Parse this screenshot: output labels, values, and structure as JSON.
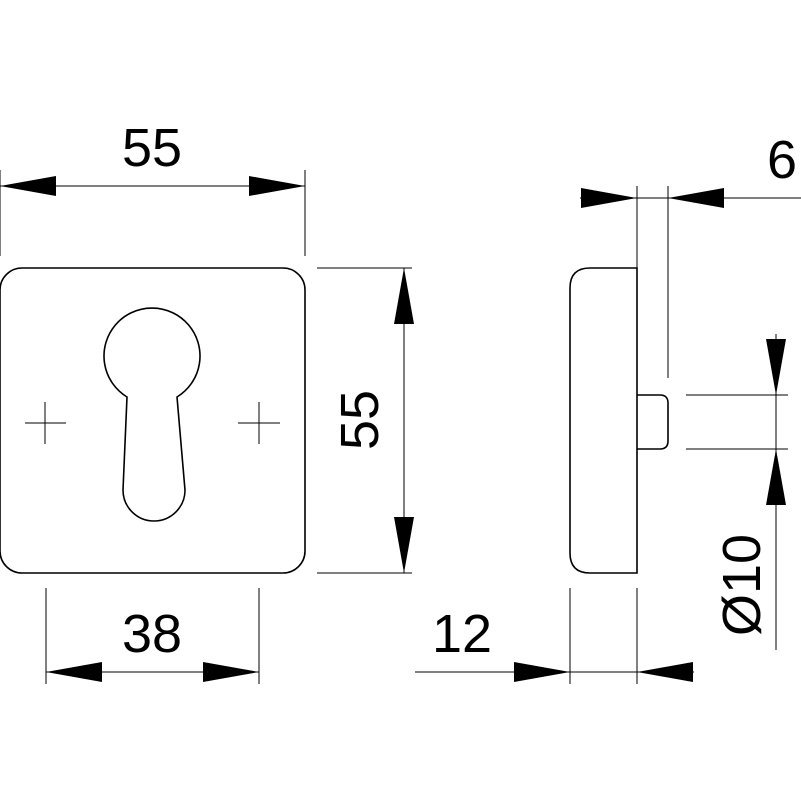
{
  "front_view": {
    "width_label": "55",
    "height_label": "55",
    "screw_spacing_label": "38"
  },
  "side_view": {
    "thickness_label": "6",
    "depth_label": "12",
    "pin_diameter_label": "Ø10"
  }
}
